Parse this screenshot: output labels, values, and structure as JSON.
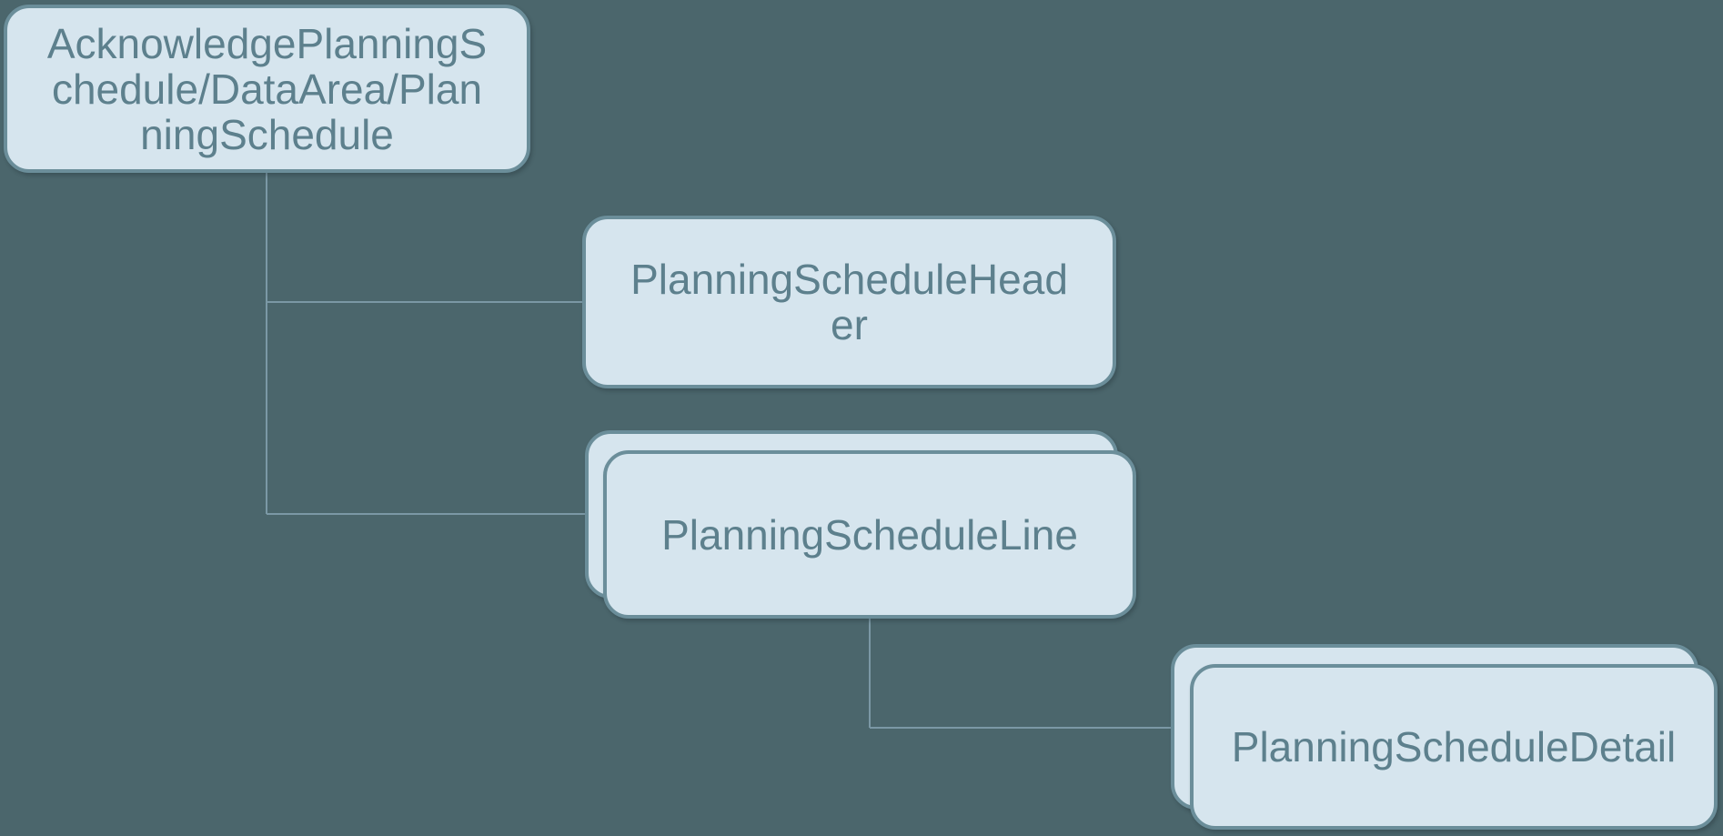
{
  "diagram": {
    "type": "hierarchy-tree",
    "colors": {
      "background": "#4b666c",
      "node_fill": "#d6e5ee",
      "node_border": "#6b8e9a",
      "connector": "#7b98a5",
      "text": "#5d808d"
    },
    "nodes": [
      {
        "id": "planning-schedule",
        "name": "AcknowledgePlanningSchedule/DataArea/PlanningSchedule",
        "lines": [
          "AcknowledgePlanningS",
          "chedule/DataArea/Plan",
          "ningSchedule"
        ],
        "stacked": false
      },
      {
        "id": "planning-schedule-header",
        "name": "PlanningScheduleHeader",
        "lines": [
          "PlanningScheduleHead",
          "er"
        ],
        "stacked": false
      },
      {
        "id": "planning-schedule-line",
        "name": "PlanningScheduleLine",
        "lines": [
          "PlanningScheduleLine"
        ],
        "stacked": true
      },
      {
        "id": "planning-schedule-detail",
        "name": "PlanningScheduleDetail",
        "lines": [
          "PlanningScheduleDetail"
        ],
        "stacked": true
      }
    ],
    "edges": [
      {
        "from": "planning-schedule",
        "to": "planning-schedule-header"
      },
      {
        "from": "planning-schedule",
        "to": "planning-schedule-line"
      },
      {
        "from": "planning-schedule-line",
        "to": "planning-schedule-detail"
      }
    ]
  }
}
